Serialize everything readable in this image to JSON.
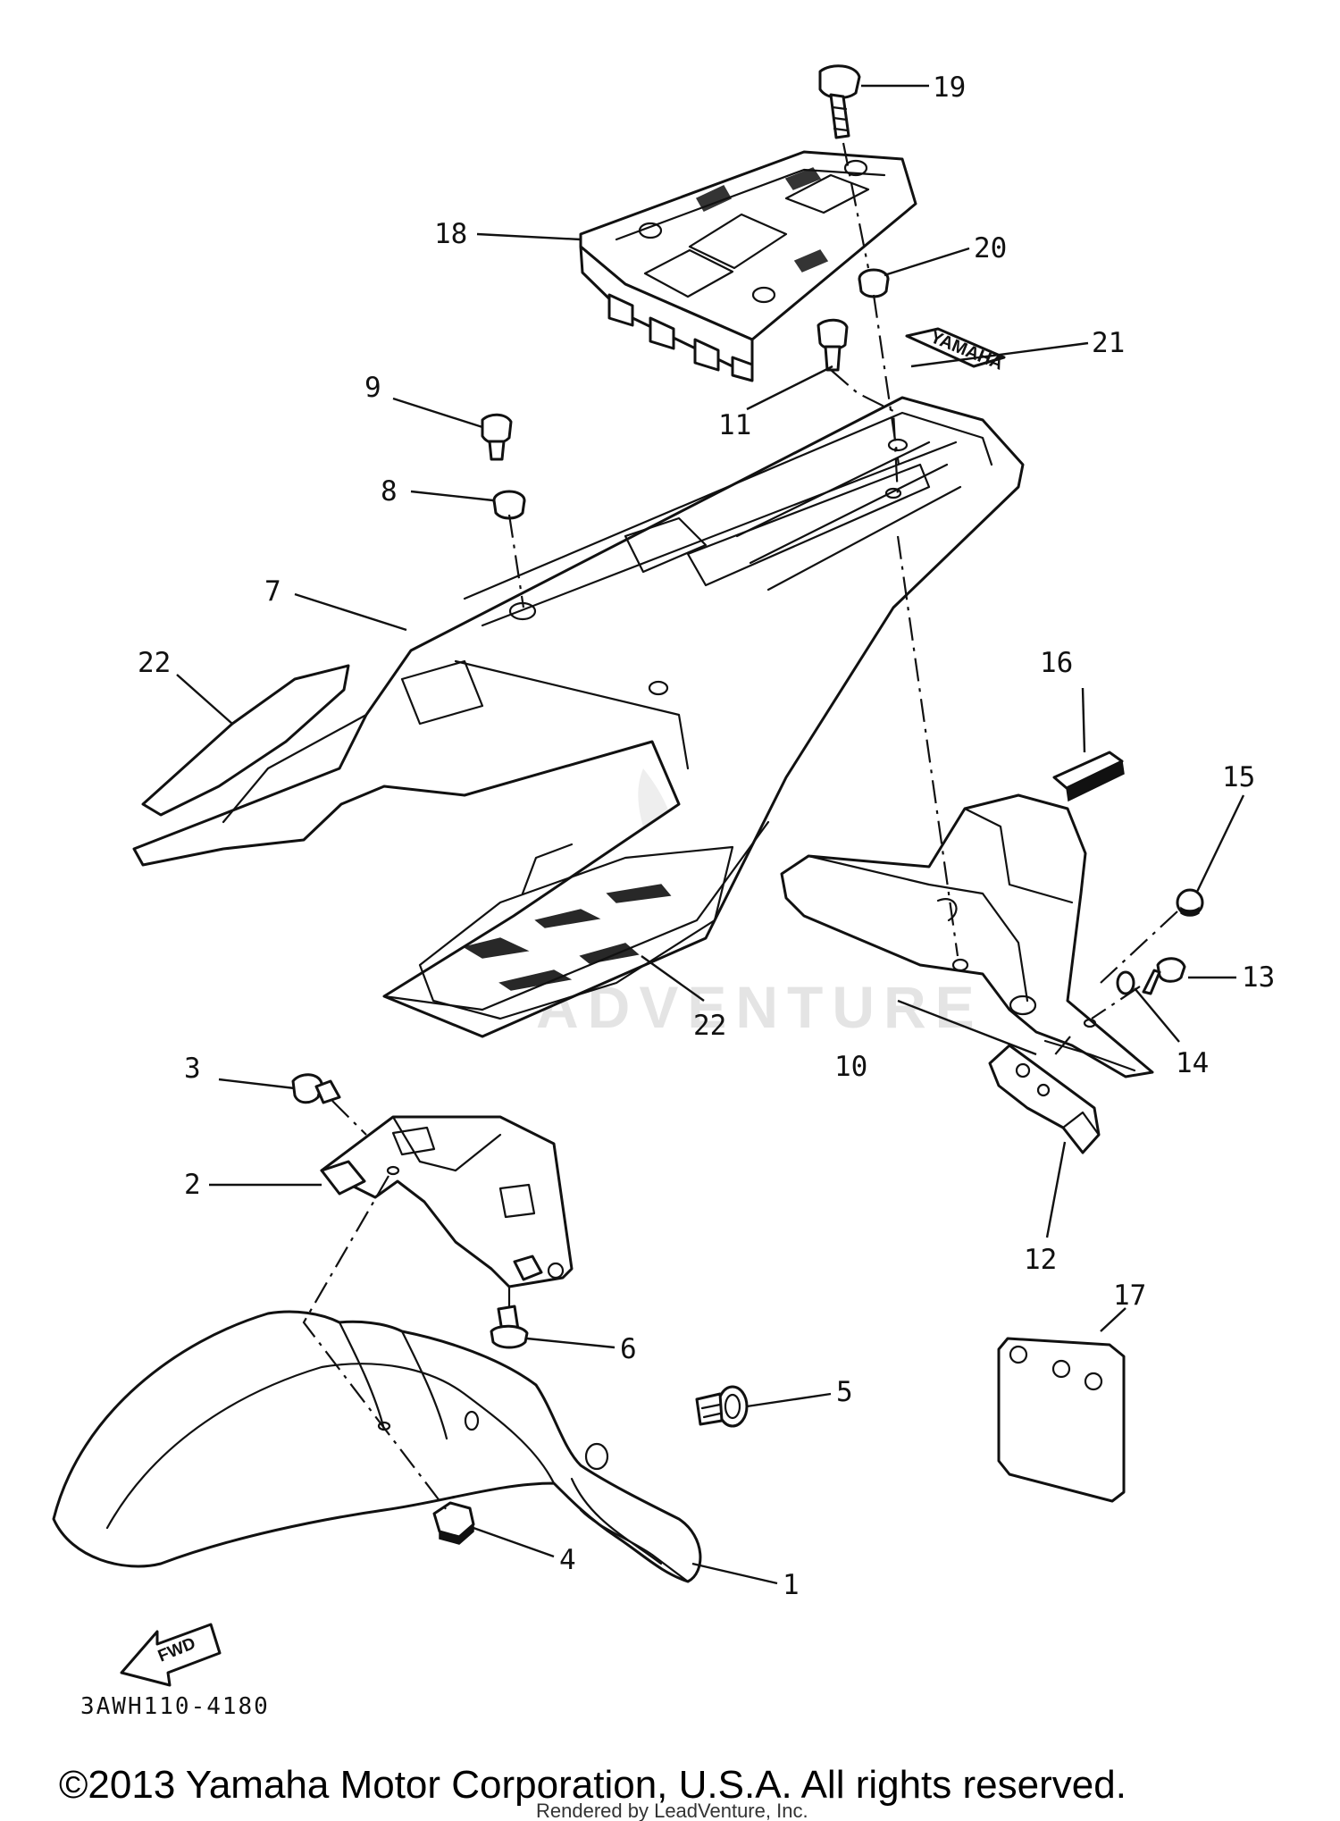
{
  "diagram": {
    "callouts": [
      {
        "id": "p1",
        "label": "1"
      },
      {
        "id": "p2",
        "label": "2"
      },
      {
        "id": "p3",
        "label": "3"
      },
      {
        "id": "p4",
        "label": "4"
      },
      {
        "id": "p5",
        "label": "5"
      },
      {
        "id": "p6",
        "label": "6"
      },
      {
        "id": "p7",
        "label": "7"
      },
      {
        "id": "p8",
        "label": "8"
      },
      {
        "id": "p9",
        "label": "9"
      },
      {
        "id": "p10",
        "label": "10"
      },
      {
        "id": "p11",
        "label": "11"
      },
      {
        "id": "p12",
        "label": "12"
      },
      {
        "id": "p13",
        "label": "13"
      },
      {
        "id": "p14",
        "label": "14"
      },
      {
        "id": "p15",
        "label": "15"
      },
      {
        "id": "p16",
        "label": "16"
      },
      {
        "id": "p17",
        "label": "17"
      },
      {
        "id": "p18",
        "label": "18"
      },
      {
        "id": "p19",
        "label": "19"
      },
      {
        "id": "p20",
        "label": "20"
      },
      {
        "id": "p21",
        "label": "21"
      },
      {
        "id": "p22a",
        "label": "22"
      },
      {
        "id": "p22b",
        "label": "22"
      }
    ],
    "fwd_label": "FWD",
    "decal_text": "YAMAHA",
    "diagram_code": "3AWH110-4180",
    "watermark_text": "ADVENTURE"
  },
  "footer": {
    "copyright": "©2013 Yamaha Motor Corporation, U.S.A. All rights reserved.",
    "rendered_by": "Rendered by LeadVenture, Inc."
  }
}
